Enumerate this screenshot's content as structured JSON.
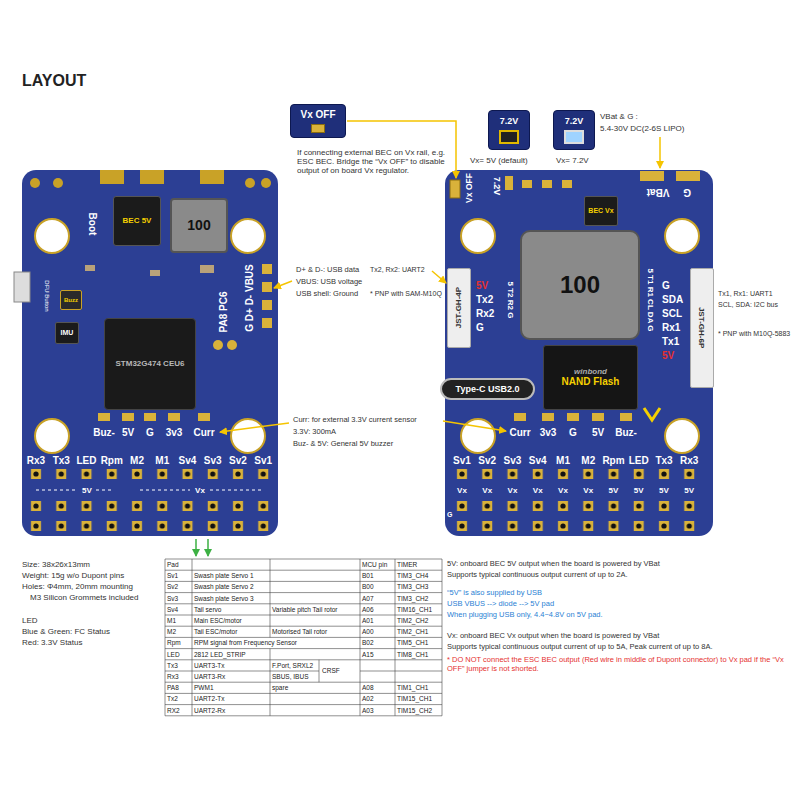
{
  "diagram": {
    "title": "LAYOUT",
    "nodes": [
      {
        "text": [
          "Vx OFF"
        ]
      },
      {
        "text": [
          "7.2V"
        ]
      },
      {
        "text": [
          "7.2V"
        ]
      },
      {
        "text": [
          "BEC 5V"
        ]
      },
      {
        "text": [
          "100"
        ]
      },
      {
        "text": [
          "Buzz"
        ]
      },
      {
        "text": [
          "IMU"
        ]
      },
      {
        "text": [
          "STM32G474 CEU6"
        ]
      },
      {
        "text": [
          "BEC Vx"
        ]
      },
      {
        "text": [
          "100"
        ]
      },
      {
        "text": [
          "JST-GH-4P"
        ]
      },
      {
        "text": [
          "winbond",
          "NAND Flash"
        ]
      },
      {
        "text": [
          "Type-C USB2.0"
        ]
      },
      {
        "text": [
          "JST-GH-6P"
        ]
      }
    ],
    "labels": [
      "Boot",
      "DFU Button",
      "PA8 PC6",
      "G D+ D- VBUS",
      "Buz-",
      "5V",
      "G",
      "3v3",
      "Curr",
      "Rx3",
      "Tx3",
      "LED",
      "Rpm",
      "M2",
      "M1",
      "Sv4",
      "Sv3",
      "Sv2",
      "Sv1",
      "5V",
      "Vx",
      "Vx OFF",
      "7.2V",
      "G",
      "VBat",
      "5V",
      "Tx2",
      "Rx2",
      "G",
      "5 T2 R2 G",
      "5 T1 R1 CL DA G",
      "G",
      "SDA",
      "SCL",
      "Rx1",
      "Tx1",
      "5V",
      "Curr",
      "3v3",
      "G",
      "5V",
      "Buz-",
      "Sv1",
      "Sv2",
      "Sv3",
      "Sv4",
      "M1",
      "M2",
      "Rpm",
      "LED",
      "Tx3",
      "Rx3",
      "Vx",
      "Vx",
      "Vx",
      "Vx",
      "Vx",
      "Vx",
      "5V",
      "5V",
      "5V",
      "5V",
      "G",
      "If connecting external BEC on Vx rail, e.g. ESC BEC. Bridge the “Vx OFF” to disable output of on board Vx regulator.",
      "Vx= 5V (default)",
      "Vx= 7.2V",
      "VBat & G :",
      "5.4-30V DC(2-6S LIPO)",
      "D+ & D-: USB data",
      "VBUS: USB voltage",
      "USB shell: Ground",
      "Tx2, Rx2: UART2",
      "* PNP with SAM-M10Q",
      "Tx1, Rx1: UART1",
      "SCL, SDA: I2C bus",
      "* PNP with M10Q-5883",
      "Curr: for external 3.3V current sensor",
      "3.3V: 300mA",
      "Buz- & 5V: General 5V buzzer",
      "Size: 38x26x13mm",
      "Weight: 15g w/o Dupont pins",
      "Holes: Φ4mm, 20mm mounting",
      "M3 Silicon Grommets included",
      "LED",
      "Blue & Green: FC Status",
      "Red: 3.3V Status",
      "5V: onboard BEC 5V output when the board is powered by VBat",
      "Supports typical continuous output current of up to 2A.",
      "“5V” is also supplied by USB",
      "USB VBUS --> diode --> 5V pad",
      "When plugging USB only, 4.4~4.8V on 5V pad.",
      "Vx: onboard BEC Vx output when the board is powered by VBat",
      "Supports typical continuous output current of up to 5A, Peak current of up to 8A.",
      "* DO NOT connect the ESC BEC output (Red wire in middle of Dupont connector) to Vx pad if the “Vx OFF” jumper is not shorted.",
      "Pad",
      "MCU pin",
      "TIMER",
      "Sv1",
      "Swash plate Servo 1",
      "B01",
      "TIM3_CH4",
      "Sv2",
      "Swash plate Servo 2",
      "B00",
      "TIM3_CH3",
      "Sv3",
      "Swash plate Servo 3",
      "A07",
      "TIM3_CH2",
      "Sv4",
      "Tail servo",
      "Variable pitch Tail rotor",
      "A06",
      "TIM16_CH1",
      "M1",
      "Main ESC/motor",
      "A01",
      "TIM2_CH2",
      "M2",
      "Tail ESC/motor",
      "Motorised Tail rotor",
      "A00",
      "TIM2_CH1",
      "Rpm",
      "RPM signal from Frequency Sensor",
      "B02",
      "TIM5_CH1",
      "LED",
      "2812 LED_STRIP",
      "A15",
      "TIM8_CH1",
      "Tx3",
      "UART3-Tx",
      "F.Port, SRXL2",
      "CRSF",
      "Rx3",
      "UART3-Rx",
      "SBUS, IBUS",
      "PA8",
      "PWM1",
      "spare",
      "A08",
      "TIM1_CH1",
      "Tx2",
      "UART2-Tx",
      "A02",
      "TIM15_CH1",
      "RX2",
      "UART2-Rx",
      "A03",
      "TIM15_CH2"
    ]
  }
}
